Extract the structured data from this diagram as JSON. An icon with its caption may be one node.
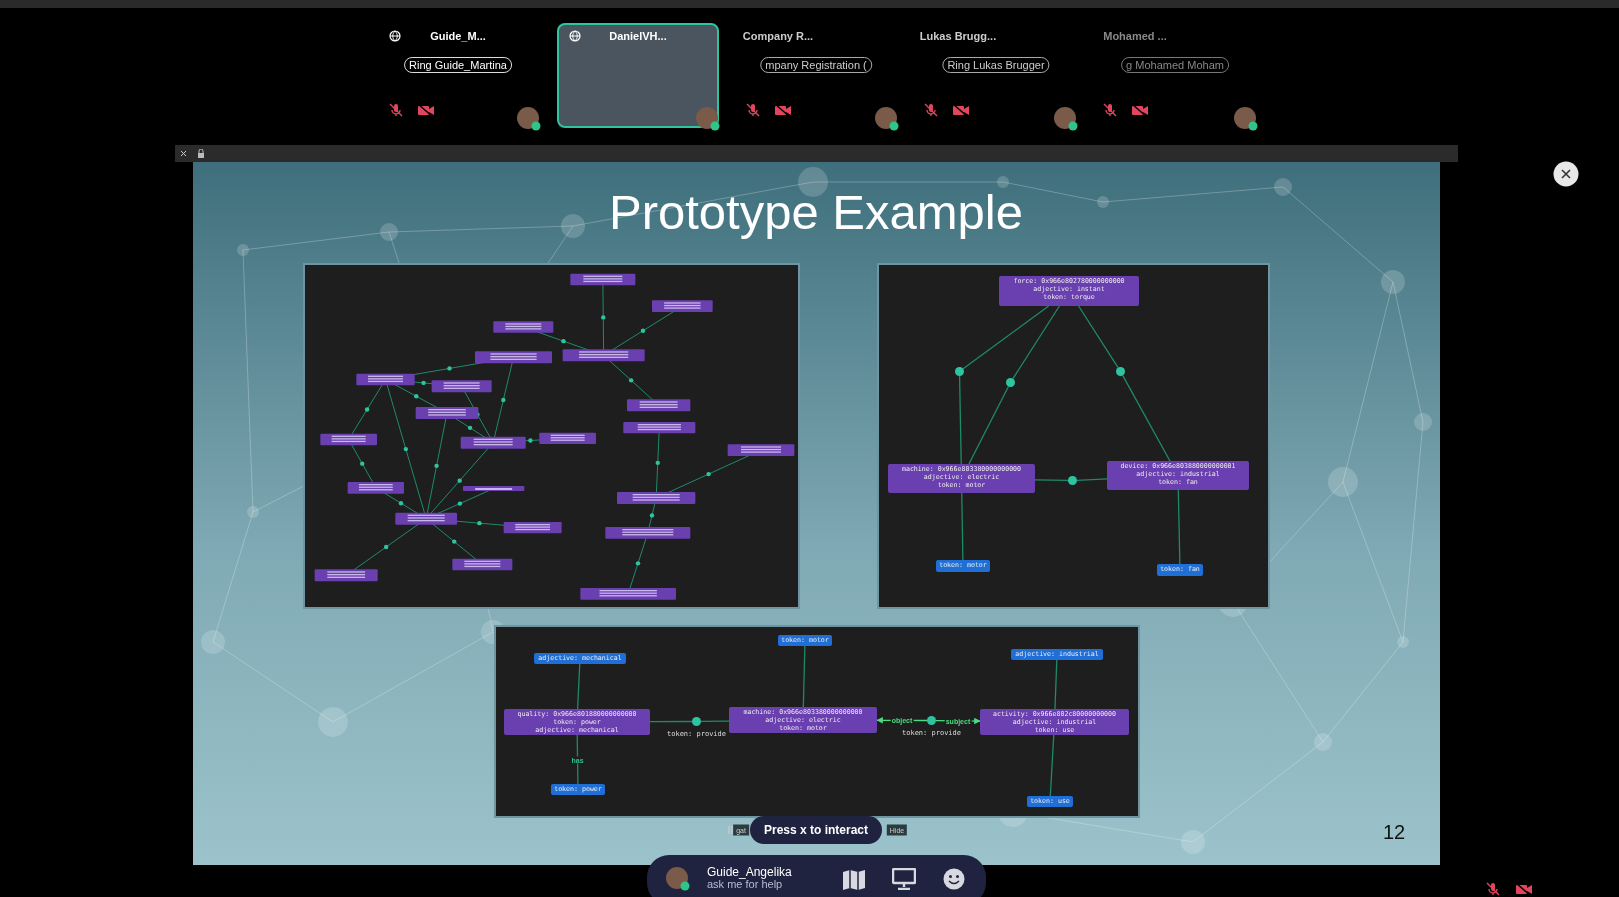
{
  "diagram": {
    "title": "Prototype Example",
    "nodes": [
      {
        "text": [],
        "shape": "picture"
      },
      {
        "text": [],
        "shape": "box"
      },
      {
        "text": [
          "force: 0x966e802780000000000",
          "adjective: instant",
          "token: torque"
        ],
        "in": 1
      },
      {
        "text": [],
        "shape": "circle",
        "in": 1
      },
      {
        "text": [],
        "shape": "circle",
        "in": 1
      },
      {
        "text": [],
        "shape": "circle",
        "in": 1
      },
      {
        "text": [
          "machine: 0x966e803380000000000",
          "adjective: electric",
          "token: motor"
        ],
        "in": 1
      },
      {
        "text": [],
        "shape": "circle",
        "in": 1
      },
      {
        "text": [
          "device: 0x966e803880000000001",
          "adjective: industrial",
          "token: fan"
        ],
        "in": 1
      },
      {
        "text": [
          "token: motor"
        ],
        "in": 1
      },
      {
        "text": [
          "token: fan"
        ],
        "in": 1
      },
      {
        "text": [],
        "shape": "box"
      },
      {
        "text": [
          "token: motor"
        ],
        "in": 11
      },
      {
        "text": [
          "adjective: mechanical"
        ],
        "in": 11
      },
      {
        "text": [
          "adjective: industrial"
        ],
        "in": 11
      },
      {
        "text": [
          "quality: 0x966e801880000000000",
          "token: power",
          "adjective: mechanical"
        ],
        "in": 11
      },
      {
        "text": [],
        "shape": "circle",
        "in": 11,
        "beside": [
          "token: provide"
        ]
      },
      {
        "text": [
          "machine: 0x966e803380000000000",
          "adjective: electric",
          "token: motor"
        ],
        "in": 11
      },
      {
        "text": [],
        "shape": "circle",
        "in": 11,
        "beside": [
          "token: provide"
        ]
      },
      {
        "text": [
          "activity: 0x966e802c80000000000",
          "adjective: industrial",
          "token: use"
        ],
        "in": 11
      },
      {
        "text": [
          "token: power"
        ],
        "in": 11
      },
      {
        "text": [
          "token: use"
        ],
        "in": 11
      }
    ],
    "edges": [
      {
        "from": 2,
        "to": 3,
        "arrow": "none"
      },
      {
        "from": 3,
        "to": 6,
        "arrow": "none"
      },
      {
        "from": 2,
        "to": 4,
        "arrow": "none"
      },
      {
        "from": 4,
        "to": 6,
        "arrow": "none"
      },
      {
        "from": 2,
        "to": 5,
        "arrow": "none"
      },
      {
        "from": 5,
        "to": 8,
        "arrow": "none"
      },
      {
        "from": 6,
        "to": 7,
        "arrow": "none"
      },
      {
        "from": 7,
        "to": 8,
        "arrow": "none"
      },
      {
        "from": 6,
        "to": 9,
        "arrow": "none"
      },
      {
        "from": 8,
        "to": 10,
        "arrow": "none"
      },
      {
        "from": 13,
        "to": 15,
        "arrow": "none"
      },
      {
        "from": 15,
        "to": 20,
        "arrow": "none",
        "label": "has"
      },
      {
        "from": 15,
        "to": 16,
        "arrow": "none"
      },
      {
        "from": 16,
        "to": 17,
        "arrow": "none"
      },
      {
        "from": 12,
        "to": 17,
        "arrow": "none"
      },
      {
        "from": 18,
        "to": 17,
        "arrow": "to",
        "label": "object",
        "color": "#4ade80"
      },
      {
        "from": 18,
        "to": 19,
        "arrow": "to",
        "label": "subject",
        "color": "#4ade80"
      },
      {
        "from": 14,
        "to": 19,
        "arrow": "none"
      },
      {
        "from": 19,
        "to": 21,
        "arrow": "none"
      }
    ],
    "labels": [
      "Guide_M...",
      "Ring Guide_Martina",
      "DanielVH...",
      "Company R...",
      "mpany Registration (",
      "Lukas Brugg...",
      "Ring Lukas Brugger",
      "Mohamed ...",
      "g Mohamed Moham",
      "12",
      "gat",
      "Press x to interact",
      "Hide",
      "Guide_Angelika",
      "ask me for help"
    ]
  }
}
